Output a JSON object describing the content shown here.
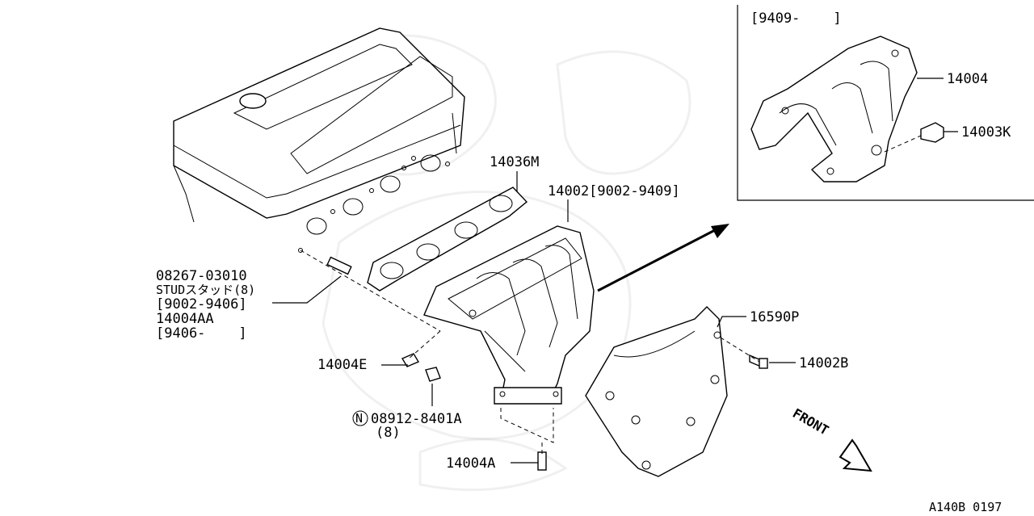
{
  "diagram": {
    "labels": {
      "gasket": "14036M",
      "manifold": "14002[9002-9409]",
      "stud_part": "08267-03010",
      "stud_name": "STUDスタッド(8)",
      "stud_date": "[9002-9406]",
      "stud_alt": "14004AA",
      "stud_alt_date": "[9406-    ]",
      "washer": "14004E",
      "nut_part": "08912-8401A",
      "nut_prefix": "N",
      "nut_qty": "(8)",
      "lower_stud": "14004A",
      "heat_shield": "16590P",
      "shield_bolt": "14002B",
      "front": "FRONT",
      "diagram_code": "A140B 0197"
    },
    "inset": {
      "date_range": "[9409-    ]",
      "manifold": "14004",
      "plug": "14003K"
    }
  }
}
